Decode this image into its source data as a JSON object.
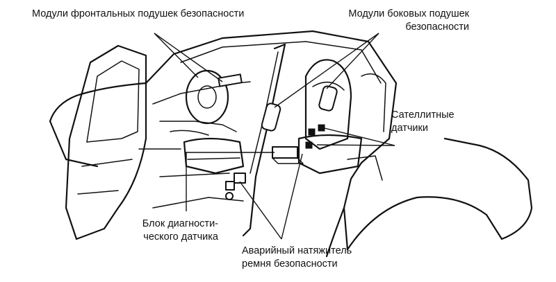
{
  "labels": {
    "front_airbags": [
      "Модули фронтальных подушек безопасности"
    ],
    "side_airbags": [
      "Модули боковых подушек",
      "безопасности"
    ],
    "satellite_sensors": [
      "Сателлитные",
      "датчики"
    ],
    "diagnostic_unit": [
      "Блок диагности-",
      "ческого датчика"
    ],
    "pretensioner": [
      "Аварийный натяжитель",
      "ремня безопасности"
    ]
  }
}
